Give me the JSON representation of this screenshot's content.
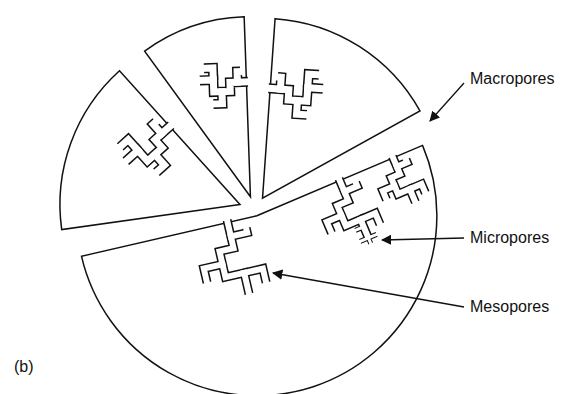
{
  "diagram": {
    "labels": [
      "Macropores",
      "Micropores",
      "Mesopores",
      "(b)"
    ]
  }
}
